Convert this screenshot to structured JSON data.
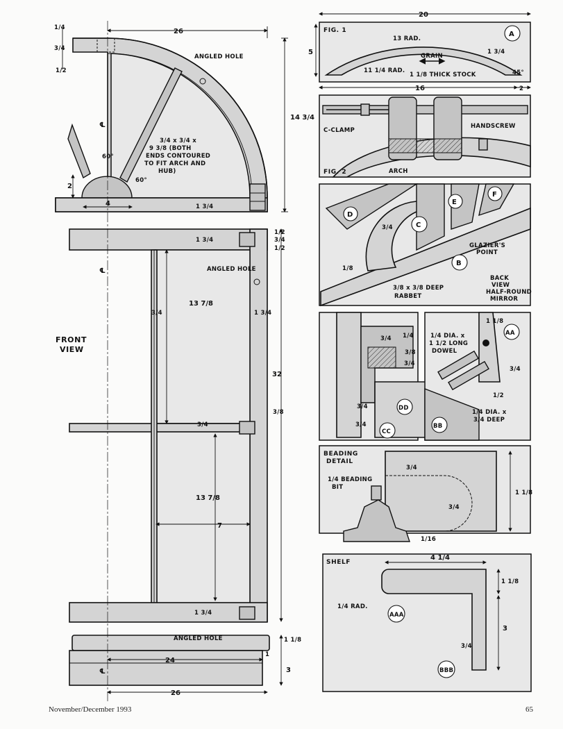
{
  "front_view": {
    "title_line1": "FRONT",
    "title_line2": "VIEW",
    "labels": {
      "angled_hole_top": "ANGLED HOLE",
      "spoke_note_1": "3/4 x 3/4 x",
      "spoke_note_2": "9 3/8 (BOTH",
      "spoke_note_3": "ENDS CONTOURED",
      "spoke_note_4": "TO FIT ARCH AND",
      "spoke_note_5": "HUB)",
      "angle_60a": "60°",
      "angle_60b": "60°",
      "angled_hole_mid": "ANGLED HOLE",
      "angled_hole_bottom": "ANGLED HOLE",
      "centerline": "℄"
    },
    "dims": {
      "d26_top": "26",
      "d14_3_4": "14 3/4",
      "d1_4_top": "1/4",
      "d3_4_top": "3/4",
      "d1_2_top": "1/2",
      "d2": "2",
      "d4": "4",
      "d1_3_4_a": "1 3/4",
      "d1_3_4_b": "1 3/4",
      "d1_2_r1": "1/2",
      "d3_4_r": "3/4",
      "d1_2_r2": "1/2",
      "d3_4_mid": "3/4",
      "d13_7_8_a": "13 7/8",
      "d1_3_4_c": "1 3/4",
      "d32": "32",
      "d3_8": "3/8",
      "d3_4_mull": "3/4",
      "d13_7_8_b": "13 7/8",
      "d7": "7",
      "d1_3_4_d": "1 3/4",
      "d1_1_8": "1 1/8",
      "d24": "24",
      "d1": "1",
      "d3": "3",
      "d26_bottom": "26"
    }
  },
  "fig1": {
    "title": "FIG. 1",
    "circle": "A",
    "labels": {
      "rad13": "13 RAD.",
      "rad11": "11 1/4 RAD.",
      "grain": "GRAIN",
      "stock": "1 1/8 THICK STOCK",
      "d20": "20",
      "d5": "5",
      "d16": "16",
      "d2": "2",
      "d1_3_4": "1 3/4",
      "d45": "45°"
    }
  },
  "fig2": {
    "title": "FIG. 2",
    "labels": {
      "handscrew": "HANDSCREW",
      "c_clamp": "C-CLAMP",
      "arch": "ARCH"
    }
  },
  "back_view": {
    "circles": [
      "D",
      "C",
      "E",
      "F",
      "B"
    ],
    "labels": {
      "glaziers_1": "GLAZIER'S",
      "glaziers_2": "POINT",
      "back_1": "BACK",
      "back_2": "VIEW",
      "back_3": "HALF-ROUND",
      "back_4": "MIRROR",
      "rabbet_1": "3/8 x 3/8 DEEP",
      "rabbet_2": "RABBET",
      "d1_8": "1/8",
      "d3_4": "3/4"
    }
  },
  "joint_left": {
    "circles": [
      "DD",
      "CC"
    ],
    "dims": {
      "d3_4a": "3/4",
      "d1_4": "1/4",
      "d3_8": "3/8",
      "d3_4b": "3/4",
      "d3_4c": "3/4",
      "d3_4d": "3/4"
    }
  },
  "joint_right": {
    "circles": [
      "AA",
      "BB"
    ],
    "labels": {
      "dowel_1": "1/4 DIA. x",
      "dowel_2": "1 1/2 LONG",
      "dowel_3": "DOWEL",
      "hole_1": "1/4 DIA. x",
      "hole_2": "3/4 DEEP",
      "d1_8": "1 1/8",
      "d3_4": "3/4",
      "d1_2": "1/2"
    }
  },
  "beading": {
    "title_1": "BEADING",
    "title_2": "DETAIL",
    "bit_1": "1/4 BEADING",
    "bit_2": "BIT",
    "d3_4a": "3/4",
    "d3_4b": "3/4",
    "d1_1_8": "1 1/8",
    "d1_16": "1/16"
  },
  "shelf": {
    "title": "SHELF",
    "rad": "1/4 RAD.",
    "circles": [
      "AAA",
      "BBB"
    ],
    "d4_1_4": "4 1/4",
    "d1_1_8": "1 1/8",
    "d3": "3",
    "d3_4": "3/4"
  },
  "footer": {
    "issue": "November/December 1993",
    "page_number": "65"
  }
}
